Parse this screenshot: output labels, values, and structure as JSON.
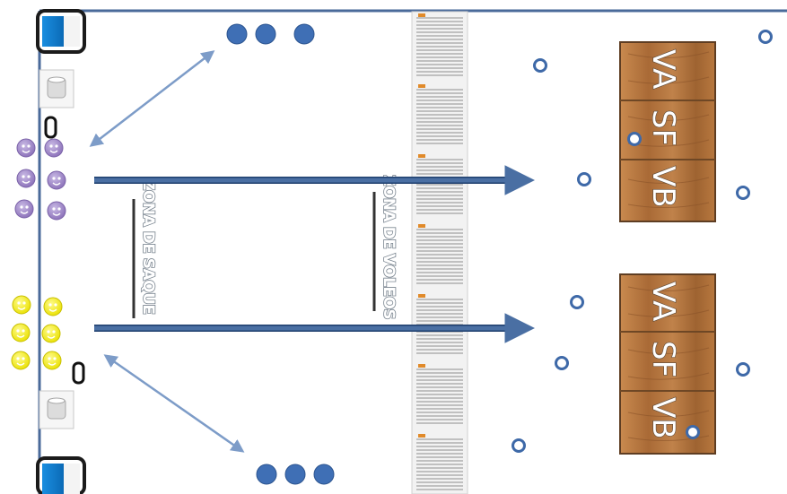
{
  "zones": {
    "serve_zone_label": "ZONA DE SAQUE",
    "volley_zone_label": "ZONA DE VOLEOS"
  },
  "stations": [
    {
      "labels": [
        "VA",
        "SF",
        "VB"
      ]
    },
    {
      "labels": [
        "VA",
        "SF",
        "VB"
      ]
    }
  ],
  "icons": {
    "purple_group": "player-smiley-icon",
    "yellow_group": "player-smiley-icon",
    "ball_basket": "ball-basket-icon",
    "cone": "cone-icon",
    "newspaper_strip": "newspaper-page-icon",
    "ball_stack": "ball-stack-icon",
    "target_marker": "target-ring-icon",
    "paper_towel": "paper-roll-icon"
  },
  "colors": {
    "line_blue": "#4a6a9a",
    "arrow_blue": "#4a6fa3",
    "diag_arrow": "#7d9cc8",
    "ball_blue": "#3f6fb5",
    "purple_player": "#9b84c4",
    "yellow_player": "#f2ee1e",
    "wood": "#b5773f",
    "wood_dark": "#8a5429",
    "battery_blue": "#1a8ee0"
  }
}
